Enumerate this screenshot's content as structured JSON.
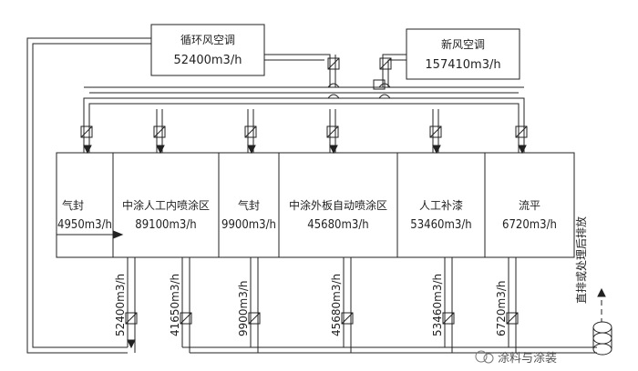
{
  "ahu": {
    "recirc": {
      "name": "循环风空调",
      "flow": "52400m3/h"
    },
    "fresh": {
      "name": "新风空调",
      "flow": "157410m3/h"
    }
  },
  "zones": [
    {
      "name": "气封",
      "flow": "4950m3/h"
    },
    {
      "name": "中涂人工内喷涂区",
      "flow": "89100m3/h"
    },
    {
      "name": "气封",
      "flow": "9900m3/h"
    },
    {
      "name": "中涂外板自动喷涂区",
      "flow": "45680m3/h"
    },
    {
      "name": "人工补漆",
      "flow": "53460m3/h"
    },
    {
      "name": "流平",
      "flow": "6720m3/h"
    }
  ],
  "exhaust": [
    "52400m3/h",
    "41650m3/h",
    "9900m3/h",
    "45680m3/h",
    "53460m3/h",
    "6720m3/h"
  ],
  "direct_exhaust_label": "直排或处理后排放",
  "watermark": "涂料与涂装"
}
